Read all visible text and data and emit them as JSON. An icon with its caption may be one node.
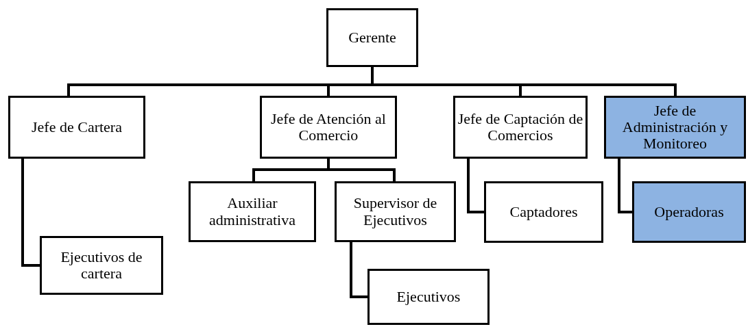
{
  "diagram": {
    "nodes": [
      {
        "text": [
          "Gerente"
        ]
      },
      {
        "text": [
          "Jefe de Cartera"
        ]
      },
      {
        "text": [
          "Jefe de Atención al Comercio"
        ]
      },
      {
        "text": [
          "Jefe de Captación de Comercios"
        ]
      },
      {
        "text": [
          "Jefe de Administración y Monitoreo"
        ]
      },
      {
        "text": [
          "Ejecutivos de cartera"
        ]
      },
      {
        "text": [
          "Auxiliar administrativa"
        ]
      },
      {
        "text": [
          "Supervisor de Ejecutivos"
        ]
      },
      {
        "text": [
          "Ejecutivos"
        ]
      },
      {
        "text": [
          "Captadores"
        ]
      },
      {
        "text": [
          "Operadoras"
        ]
      }
    ],
    "edges": [
      {
        "from": 0,
        "to": 1,
        "arrow": "none"
      },
      {
        "from": 0,
        "to": 2,
        "arrow": "none"
      },
      {
        "from": 0,
        "to": 3,
        "arrow": "none"
      },
      {
        "from": 0,
        "to": 4,
        "arrow": "none"
      },
      {
        "from": 1,
        "to": 5,
        "arrow": "none"
      },
      {
        "from": 2,
        "to": 6,
        "arrow": "none"
      },
      {
        "from": 2,
        "to": 7,
        "arrow": "none"
      },
      {
        "from": 7,
        "to": 8,
        "arrow": "none"
      },
      {
        "from": 3,
        "to": 9,
        "arrow": "none"
      },
      {
        "from": 4,
        "to": 10,
        "arrow": "none"
      }
    ]
  }
}
